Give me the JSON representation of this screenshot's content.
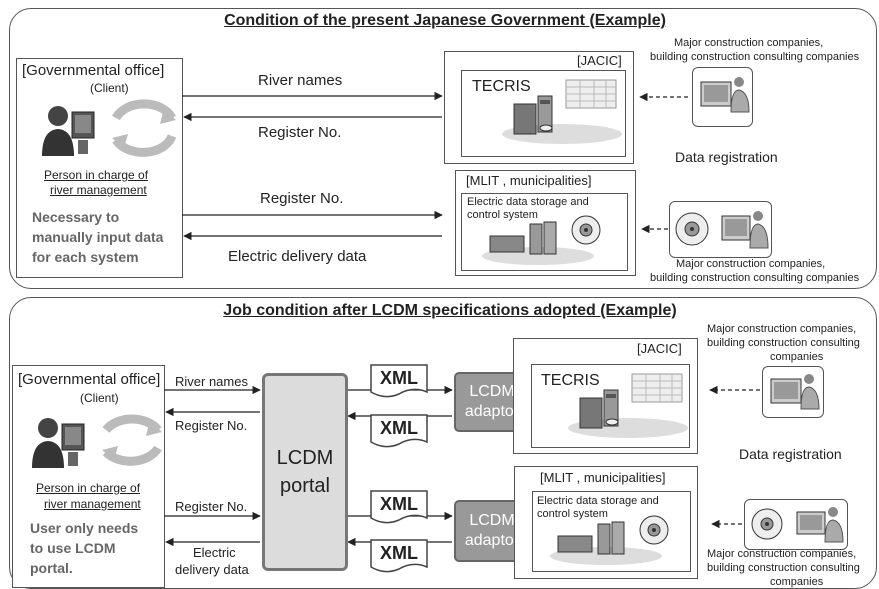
{
  "top": {
    "title": "Condition of the present Japanese Government (Example)",
    "gov_office": "[Governmental office]",
    "client": "(Client)",
    "person_line1": "Person in charge of",
    "person_line2": "river management",
    "note_lines": [
      "Necessary to",
      "manually input data",
      "for each system"
    ],
    "arrow_labels": {
      "river_names": "River names",
      "register_no_1": "Register No.",
      "register_no_2": "Register No.",
      "electric_delivery": "Electric delivery data"
    },
    "jacic": {
      "label": "[JACIC]",
      "system": "TECRIS"
    },
    "mlit": {
      "label": "[MLIT , municipalities]",
      "system_line1": "Electric data storage and",
      "system_line2": "control system"
    },
    "companies_line1": "Major construction companies,",
    "companies_line2": "building construction consulting companies",
    "data_registration": "Data registration"
  },
  "bottom": {
    "title": "Job condition after LCDM specifications adopted (Example)",
    "gov_office": "[Governmental office]",
    "client": "(Client)",
    "person_line1": "Person in charge of",
    "person_line2": "river management",
    "note_lines": [
      "User only needs",
      "to use LCDM",
      "portal."
    ],
    "arrow_labels": {
      "river_names": "River names",
      "register_no_1": "Register No.",
      "register_no_2": "Register No.",
      "electric_line1": "Electric",
      "electric_line2": "delivery data"
    },
    "portal_line1": "LCDM",
    "portal_line2": "portal",
    "xml": "XML",
    "adaptor_line1": "LCDM",
    "adaptor_line2": "adaptor",
    "jacic": {
      "label": "[JACIC]",
      "system": "TECRIS"
    },
    "mlit": {
      "label": "[MLIT , municipalities]",
      "system_line1": "Electric data storage and",
      "system_line2": "control system"
    },
    "companies_top_lines": [
      "Major construction companies,",
      "building construction consulting",
      "companies"
    ],
    "companies_bottom_lines": [
      "Major construction companies,",
      "building construction consulting",
      "companies"
    ],
    "data_registration": "Data registration"
  }
}
